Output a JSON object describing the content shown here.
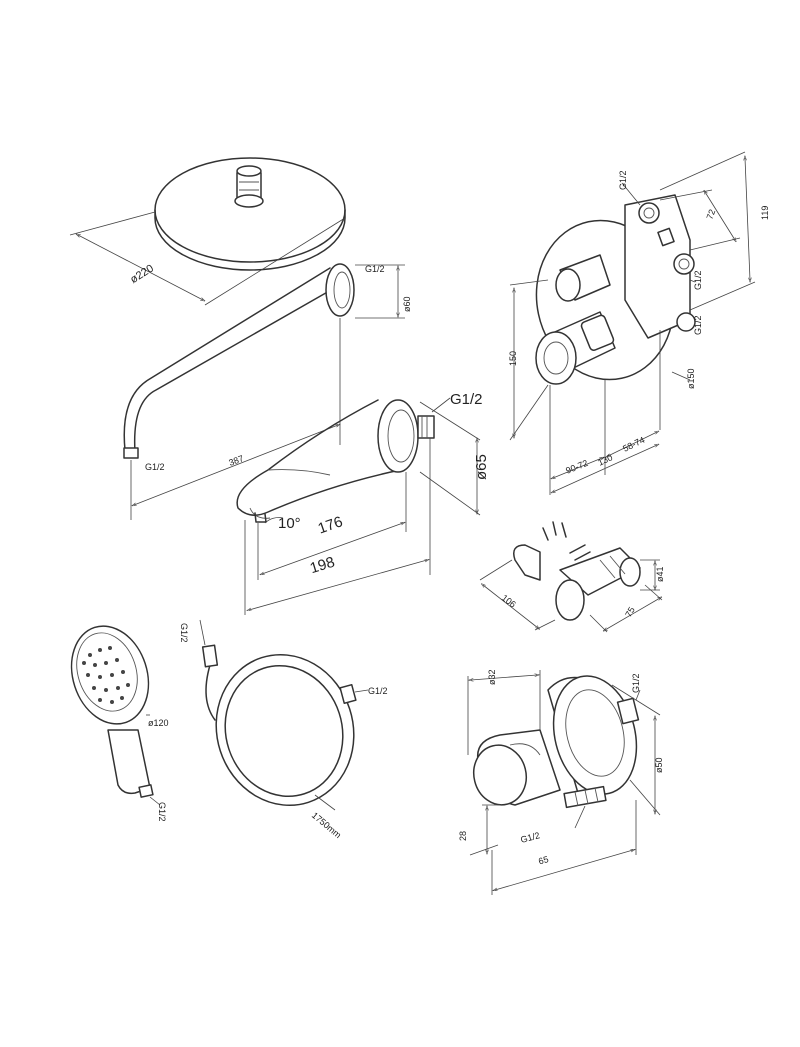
{
  "labels": {
    "head_diameter": "ø220",
    "arm_thread": "G1/2",
    "arm_flange_diameter": "ø60",
    "arm_length": "387",
    "arm_end_thread": "G1/2",
    "spout_thread": "G1/2",
    "spout_diameter": "ø65",
    "spout_angle": "10°",
    "spout_length_inner": "176",
    "spout_length_outer": "198",
    "valve_thread_top": "G1/2",
    "valve_thread_mid": "G1/2",
    "valve_thread_low": "G1/2",
    "valve_depth": "72",
    "valve_height": "119",
    "valve_plate_height": "150",
    "valve_plate_diameter": "ø150",
    "valve_depth_range_a": "90-72",
    "valve_depth_range_b": "58-74",
    "valve_depth_total": "130",
    "holder_diameter": "ø41",
    "holder_length": "106",
    "holder_depth": "75",
    "hand_shower_diameter": "ø120",
    "hand_shower_thread": "G1/2",
    "hose_thread_a": "G1/2",
    "hose_thread_b": "G1/2",
    "hose_length": "1750mm",
    "outlet_width": "ø32",
    "outlet_thread_top": "G1/2",
    "outlet_diameter": "ø50",
    "outlet_height": "28",
    "outlet_thread_bottom": "G1/2",
    "outlet_depth": "65"
  }
}
